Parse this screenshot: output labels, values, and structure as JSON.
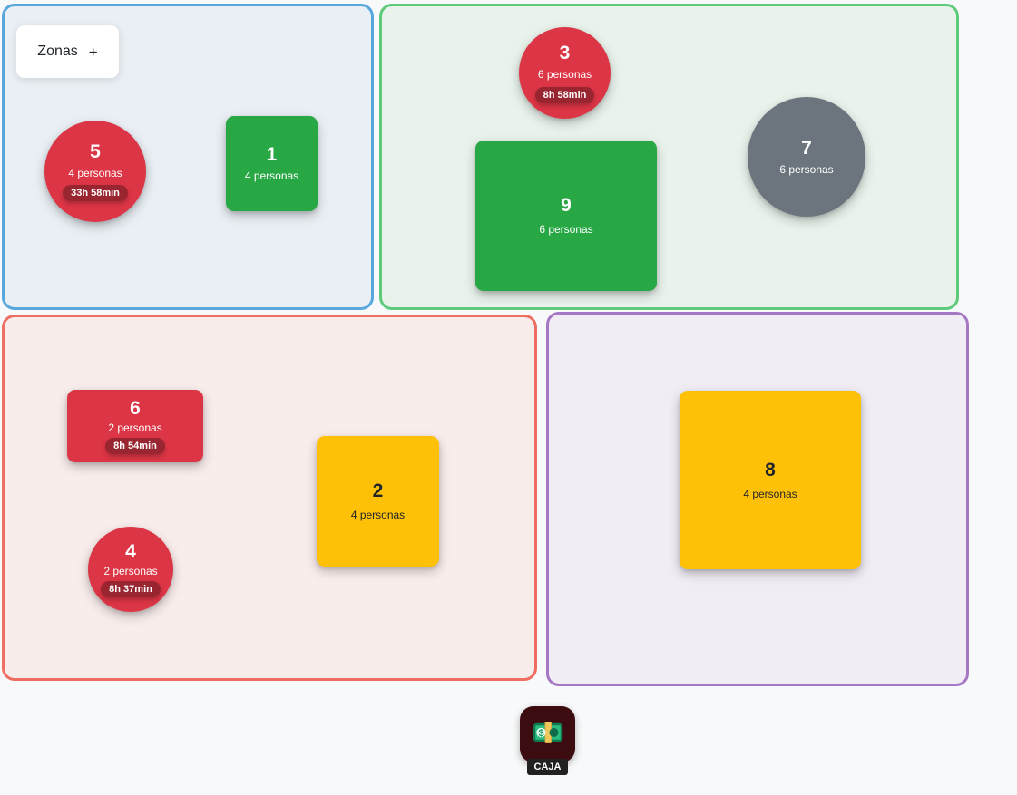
{
  "page": {
    "background_color": "#f8f9fa"
  },
  "zones_panel": {
    "title": "Zonas",
    "add_button": "+"
  },
  "zones": [
    {
      "name": "zone-top-left",
      "border_color": "#58a7dd",
      "bg_color": "#e9eff4"
    },
    {
      "name": "zone-top-right",
      "border_color": "#5ecb7b",
      "bg_color": "#e9f3ec"
    },
    {
      "name": "zone-bottom-left",
      "border_color": "#ee6e62",
      "bg_color": "#f9edec"
    },
    {
      "name": "zone-bottom-right",
      "border_color": "#a678c4",
      "bg_color": "#f1edf5"
    }
  ],
  "status_colors": {
    "occupied_red": "#dc3545",
    "free_green": "#28a745",
    "inactive_gray": "#6c757d",
    "reserved_yellow": "#ffc107"
  },
  "tables": {
    "t5": {
      "number": "5",
      "capacity": "4 personas",
      "elapsed": "33h 58min",
      "shape": "circle",
      "status_color": "#dc3545",
      "text_color": "#ffffff"
    },
    "t1": {
      "number": "1",
      "capacity": "4 personas",
      "shape": "square",
      "status_color": "#28a745",
      "text_color": "#ffffff"
    },
    "t3": {
      "number": "3",
      "capacity": "6 personas",
      "elapsed": "8h 58min",
      "shape": "circle",
      "status_color": "#dc3545",
      "text_color": "#ffffff"
    },
    "t9": {
      "number": "9",
      "capacity": "6 personas",
      "shape": "square",
      "status_color": "#28a745",
      "text_color": "#ffffff"
    },
    "t7": {
      "number": "7",
      "capacity": "6 personas",
      "shape": "circle",
      "status_color": "#6c757d",
      "text_color": "#ffffff"
    },
    "t6": {
      "number": "6",
      "capacity": "2 personas",
      "elapsed": "8h 54min",
      "shape": "rect",
      "status_color": "#dc3545",
      "text_color": "#ffffff"
    },
    "t4": {
      "number": "4",
      "capacity": "2 personas",
      "elapsed": "8h 37min",
      "shape": "circle",
      "status_color": "#dc3545",
      "text_color": "#ffffff"
    },
    "t2": {
      "number": "2",
      "capacity": "4 personas",
      "shape": "square",
      "status_color": "#ffc107",
      "text_color": "#212529"
    },
    "t8": {
      "number": "8",
      "capacity": "4 personas",
      "shape": "square",
      "status_color": "#ffc107",
      "text_color": "#212529"
    }
  },
  "caja": {
    "label": "CAJA",
    "icon": "money-banknote-icon",
    "tile_color": "#3c0c11"
  }
}
